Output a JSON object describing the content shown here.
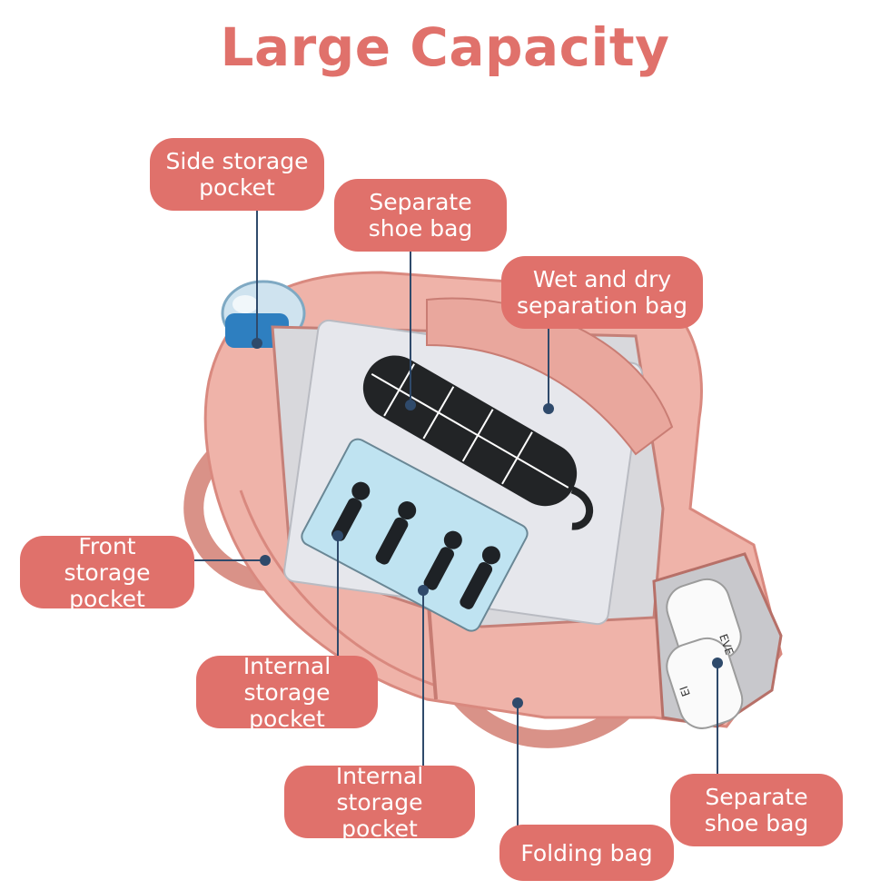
{
  "title": "Large Capacity",
  "colors": {
    "accent": "#E0716B",
    "bag_pink": "#EFB3A9",
    "bag_shadow": "#D9897F",
    "leader_line": "#2F4A6B"
  },
  "callouts": {
    "side_storage_pocket": "Side storage\npocket",
    "separate_shoe_bag_top": "Separate\nshoe bag",
    "wet_dry_bag": "Wet and dry\nseparation bag",
    "front_storage_pocket": "Front storage\npocket",
    "internal_storage_pocket_1": "Internal\nstorage pocket",
    "internal_storage_pocket_2": "Internal\nstorage pocket",
    "folding_bag": "Folding bag",
    "separate_shoe_bag_bottom": "Separate\nshoe bag"
  },
  "product": {
    "shoe_brand_text": "EVE",
    "shoe_size_text": "EI"
  }
}
